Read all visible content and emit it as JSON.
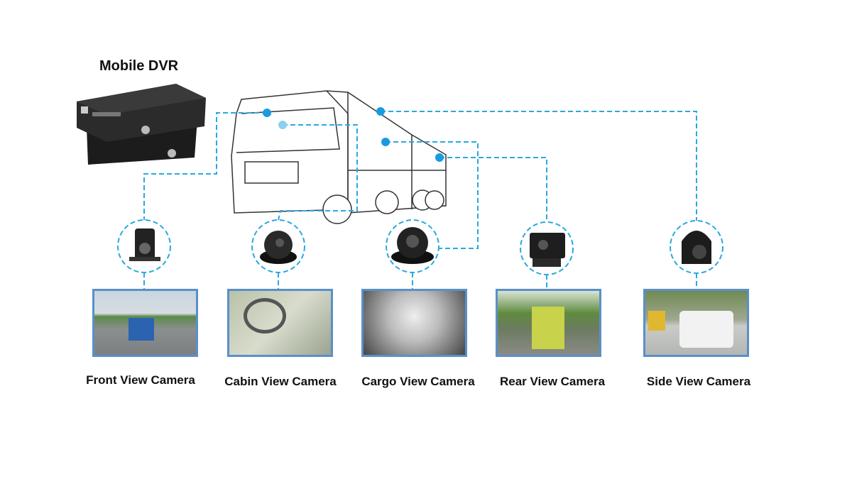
{
  "title": "Mobile DVR",
  "line_color": "#2aa8df",
  "frame_color": "#5b8fc9",
  "cameras": [
    {
      "label": "Front View Camera",
      "icon": "bullet-camera-icon"
    },
    {
      "label": "Cabin View Camera",
      "icon": "dome-camera-icon"
    },
    {
      "label": "Cargo View Camera",
      "icon": "ir-dome-camera-icon"
    },
    {
      "label": "Rear View Camera",
      "icon": "rear-camera-icon"
    },
    {
      "label": "Side View Camera",
      "icon": "side-camera-icon"
    }
  ]
}
